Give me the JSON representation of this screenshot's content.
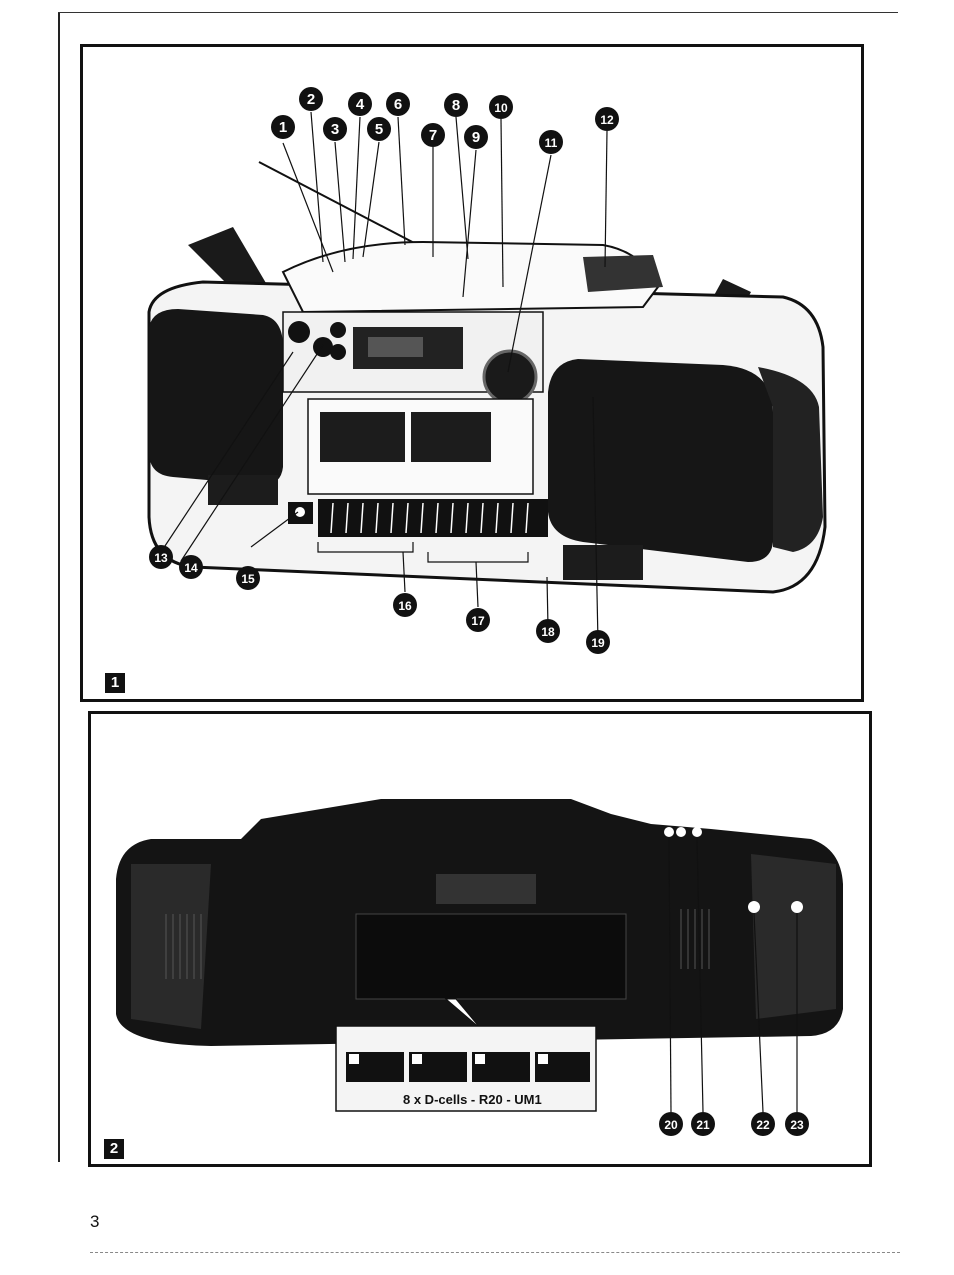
{
  "figure1": {
    "number": "1",
    "callouts": [
      "1",
      "2",
      "3",
      "4",
      "5",
      "6",
      "7",
      "8",
      "9",
      "10",
      "11",
      "12",
      "13",
      "14",
      "15",
      "16",
      "17",
      "18",
      "19"
    ]
  },
  "figure2": {
    "number": "2",
    "battery_label": "8 x D-cells - R20 - UM1",
    "callouts": [
      "20",
      "21",
      "22",
      "23"
    ]
  },
  "page_number": "3"
}
